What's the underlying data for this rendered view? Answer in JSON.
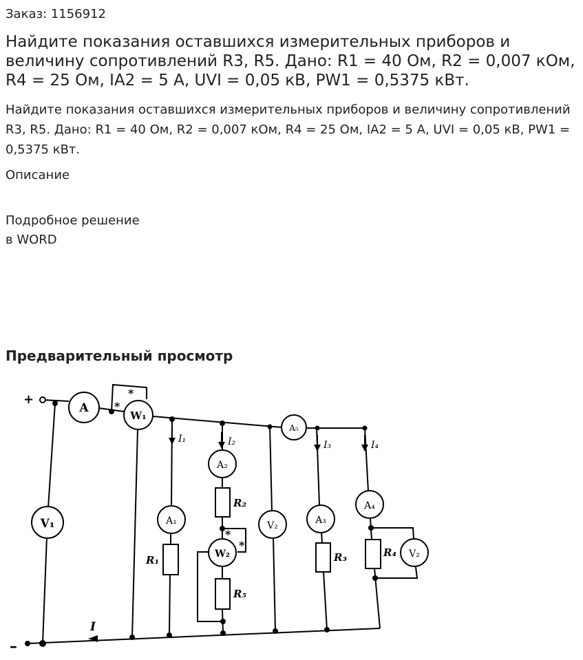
{
  "order": {
    "label": "Заказ: 1156912"
  },
  "title": "Найдите показания оставшихся измерительных приборов и величину сопротивлений R3, R5. Дано: R1 = 40 Ом, R2 = 0,007 кОм, R4 = 25 Ом, IA2 = 5 А, UVI = 0,05 кВ, PW1 = 0,5375 кВт.",
  "description": "Найдите показания оставшихся измерительных приборов и величину сопротивлений R3, R5. Дано: R1 = 40 Ом, R2 = 0,007 кОм, R4 = 25 Ом, IA2 = 5 А, UVI = 0,05 кВ, PW1 = 0,5375 кВт.",
  "section_heading": "Описание",
  "solution": {
    "line1": "Подробное решение",
    "line2": "в WORD"
  },
  "preview_heading": "Предварительный просмотр",
  "circuit": {
    "plus": "+",
    "minus": "–",
    "current_main": "I",
    "ammeter_main": "A",
    "wattmeter1": "W₁",
    "wattmeter2": "W₂",
    "ammeter1": "A₁",
    "ammeter2": "A₂",
    "ammeter3": "A₃",
    "ammeter4": "A₄",
    "ammeter5": "A₅",
    "voltmeter1": "V₁",
    "voltmeter2": "V₂",
    "voltmeter3": "V₂",
    "current1": "I₁",
    "current2": "I₂",
    "current3": "I₃",
    "current4": "I₄",
    "r1": "R₁",
    "r2": "R₂",
    "r3": "R₃",
    "r4": "R₄",
    "r5": "R₅",
    "star": "*"
  }
}
